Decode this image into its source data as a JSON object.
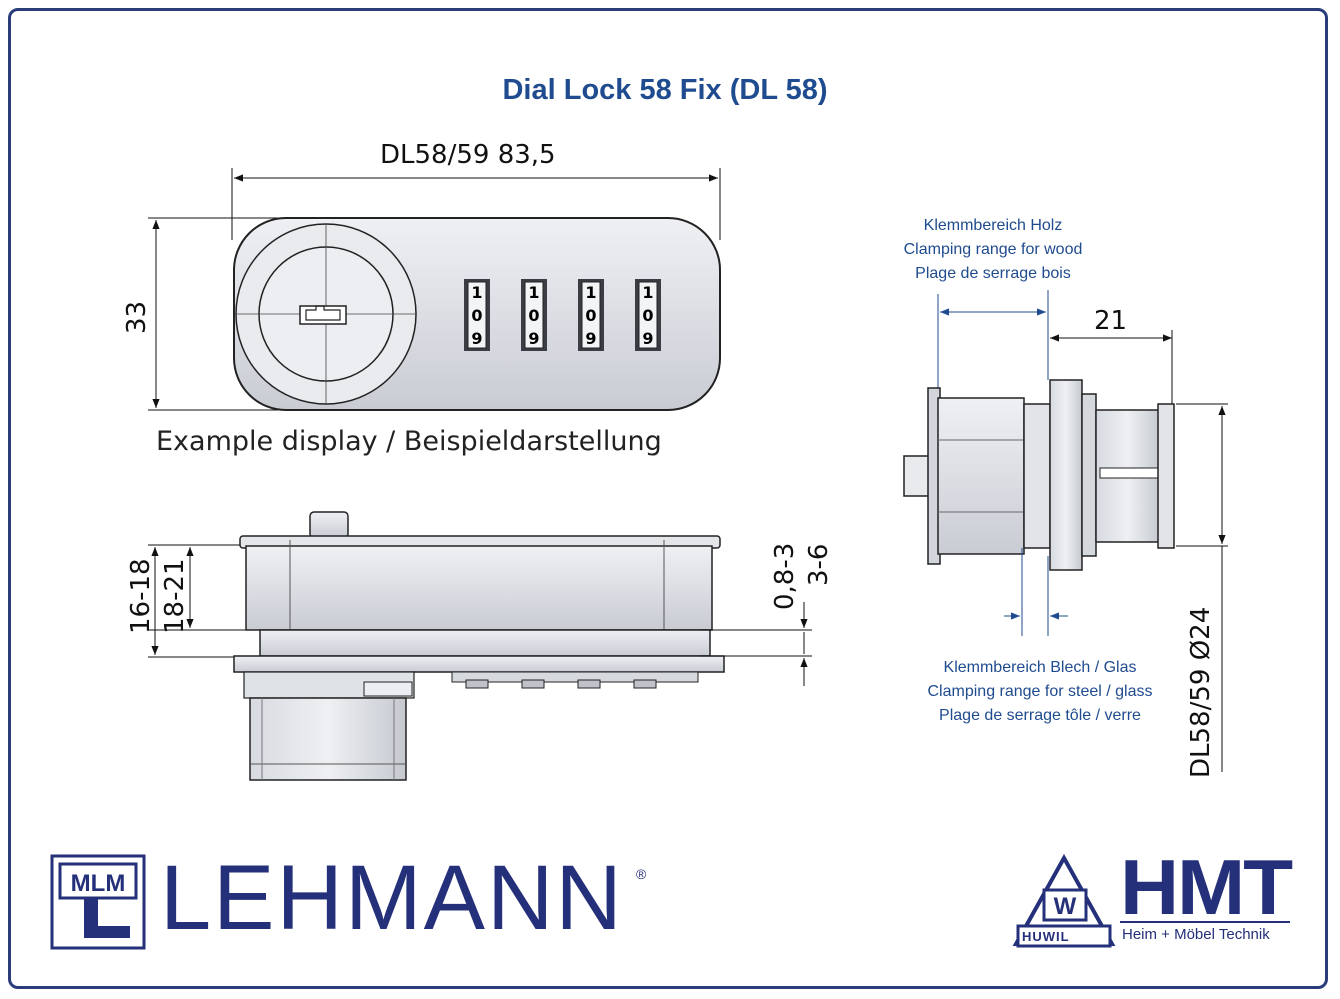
{
  "title": "Dial Lock 58 Fix (DL 58)",
  "front_view": {
    "width_label": "DL58/59  83,5",
    "height_label": "33",
    "wheels": [
      {
        "top": "1",
        "mid": "0",
        "bot": "9"
      },
      {
        "top": "1",
        "mid": "0",
        "bot": "9"
      },
      {
        "top": "1",
        "mid": "0",
        "bot": "9"
      },
      {
        "top": "1",
        "mid": "0",
        "bot": "9"
      }
    ],
    "caption": "Example display / Beispieldarstellung"
  },
  "top_view": {
    "left_dims": [
      "16-18",
      "18-21"
    ],
    "right_dims": [
      "0,8-3",
      "3-6"
    ]
  },
  "side_view": {
    "clamp_wood": [
      "Klemmbereich Holz",
      "Clamping range for wood",
      "Plage de serrage bois"
    ],
    "depth_label": "21",
    "clamp_steel": [
      "Klemmbereich Blech / Glas",
      "Clamping range for steel / glass",
      "Plage de serrage tôle / verre"
    ],
    "diameter_label": "DL58/59  Ø24"
  },
  "brands": {
    "lehmann": "LEHMANN",
    "lehmann_reg": "®",
    "lehmann_mark": "MLM",
    "hmt": "HMT",
    "hmt_sub": "Heim + Möbel Technik",
    "huwil": "HUWIL",
    "huwil_mark": "W"
  },
  "colors": {
    "accent": "#1f4b8f",
    "brand": "#25307a"
  }
}
